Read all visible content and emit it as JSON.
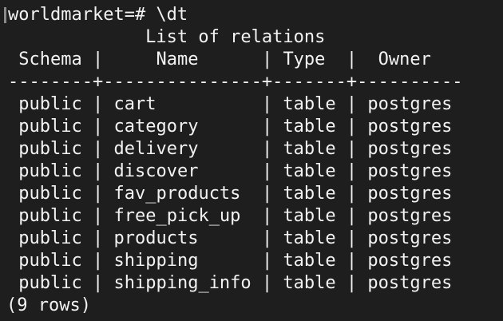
{
  "prompt": {
    "text": "worldmarket=# \\dt"
  },
  "table": {
    "title": "List of relations",
    "columns": [
      "Schema",
      "Name",
      "Type",
      "Owner"
    ],
    "rows": [
      {
        "schema": "public",
        "name": "cart",
        "type": "table",
        "owner": "postgres"
      },
      {
        "schema": "public",
        "name": "category",
        "type": "table",
        "owner": "postgres"
      },
      {
        "schema": "public",
        "name": "delivery",
        "type": "table",
        "owner": "postgres"
      },
      {
        "schema": "public",
        "name": "discover",
        "type": "table",
        "owner": "postgres"
      },
      {
        "schema": "public",
        "name": "fav_products",
        "type": "table",
        "owner": "postgres"
      },
      {
        "schema": "public",
        "name": "free_pick_up",
        "type": "table",
        "owner": "postgres"
      },
      {
        "schema": "public",
        "name": "products",
        "type": "table",
        "owner": "postgres"
      },
      {
        "schema": "public",
        "name": "shipping",
        "type": "table",
        "owner": "postgres"
      },
      {
        "schema": "public",
        "name": "shipping_info",
        "type": "table",
        "owner": "postgres"
      }
    ],
    "row_count": "(9 rows)"
  },
  "colors": {
    "background": "#1e1e1e",
    "foreground": "#f2f2f2"
  }
}
